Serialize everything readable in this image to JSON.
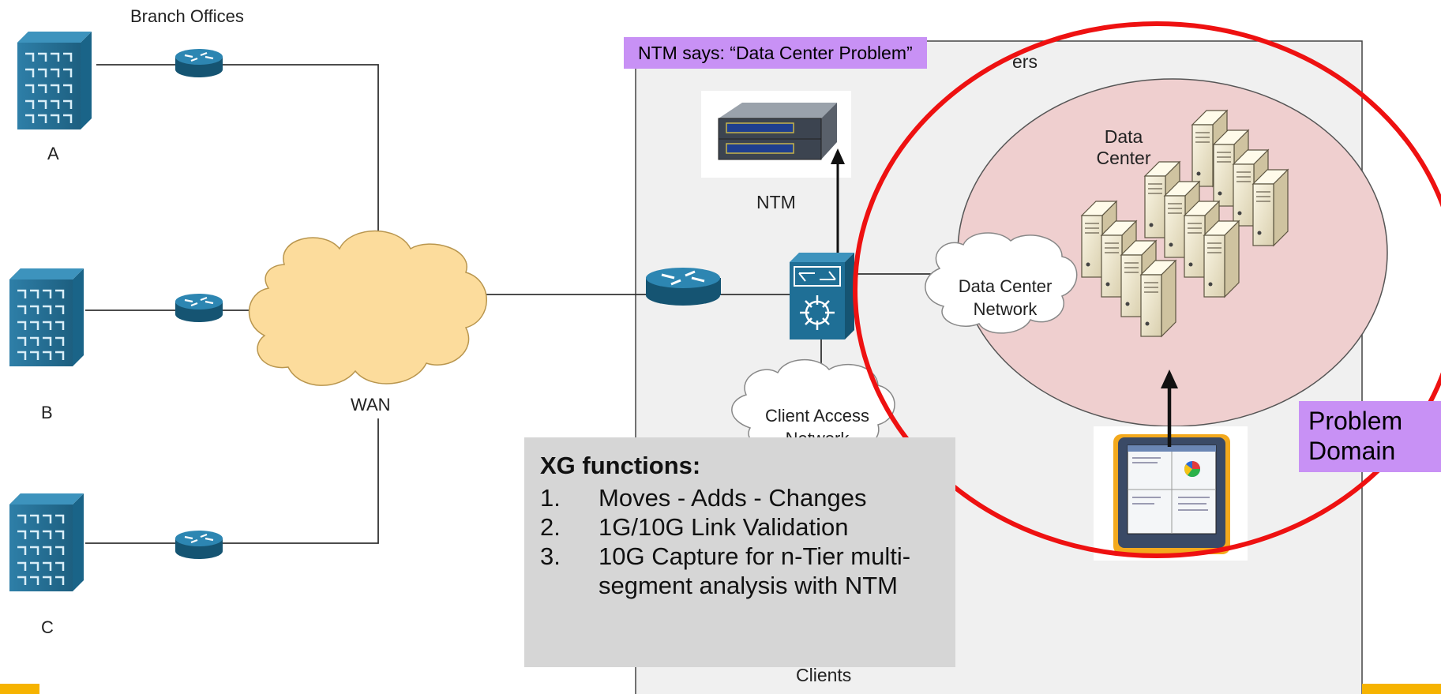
{
  "branch_offices": {
    "title": "Branch Offices",
    "sites": [
      {
        "label": "A",
        "icon": "office-building-icon"
      },
      {
        "label": "B",
        "icon": "office-building-icon"
      },
      {
        "label": "C",
        "icon": "office-building-icon"
      }
    ]
  },
  "wan": {
    "label": "WAN",
    "icon": "cloud-icon"
  },
  "data_center_area": {
    "partial_label": "ers",
    "footer_label": "Clients"
  },
  "ntm": {
    "label": "NTM",
    "callout": "NTM says: “Data Center Problem”",
    "icon": "rack-server-icon"
  },
  "data_center": {
    "label": "Data\nCenter",
    "label_line1": "Data",
    "label_line2": "Center",
    "icon": "server-cluster-icon"
  },
  "data_center_network": {
    "line1": "Data Center",
    "line2": "Network",
    "icon": "cloud-icon"
  },
  "client_access_network": {
    "line1": "Client Access",
    "line2": "Network",
    "icon": "cloud-icon"
  },
  "problem_domain": {
    "line1": "Problem",
    "line2": "Domain"
  },
  "xg_functions": {
    "title": "XG functions:",
    "items": [
      {
        "num": "1.",
        "text": "Moves -  Adds - Changes"
      },
      {
        "num": "2.",
        "text": "1G/10G Link Validation"
      },
      {
        "num": "3.",
        "text": "10G Capture for n-Tier multi-segment analysis with NTM"
      }
    ]
  },
  "colors": {
    "callout_purple": "#c891f5",
    "problem_circle": "#ee1111",
    "data_center_fill": "#efcfcf",
    "wan_cloud": "#fcdc9c",
    "router_blue": "#1f6f96",
    "text_box_gray": "#d6d6d6"
  }
}
